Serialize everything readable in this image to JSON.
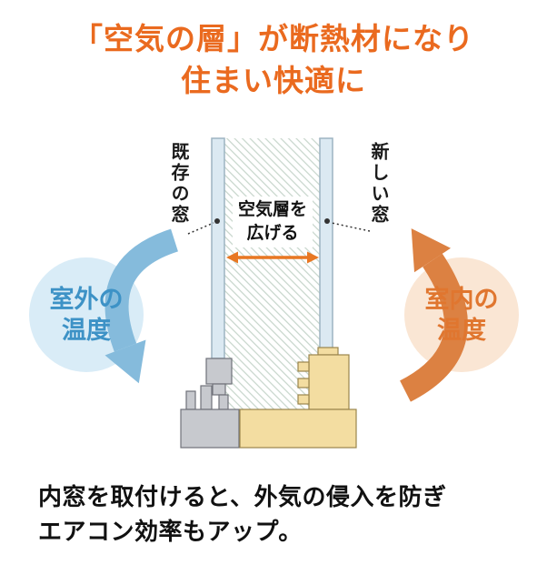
{
  "title": {
    "line1": "「空気の層」が断熱材になり",
    "line2": "住まい快適に"
  },
  "diagram": {
    "existing_window_label": "既存の窓",
    "new_window_label": "新しい窓",
    "air_layer_label": {
      "line1": "空気層を",
      "line2": "広げる"
    },
    "outdoor_temp": {
      "line1": "室外の",
      "line2": "温度"
    },
    "indoor_temp": {
      "line1": "室内の",
      "line2": "温度"
    }
  },
  "caption": {
    "line1": "内窓を取付けると、外気の侵入を防ぎ",
    "line2": "エアコン効率もアップ。"
  },
  "colors": {
    "title_orange": "#EA6A1F",
    "outdoor_text_blue": "#3D92C6",
    "outdoor_circle": "#D9ECF7",
    "outdoor_arrow": "#85BBDC",
    "indoor_text_orange": "#E0762F",
    "indoor_circle": "#FAE6D4",
    "indoor_arrow": "#DC8142",
    "double_arrow_orange": "#E87722",
    "glass_fill": "#DBE9F2",
    "existing_frame_gray": "#C7C9CE",
    "new_frame_tan": "#F3DDA1"
  }
}
